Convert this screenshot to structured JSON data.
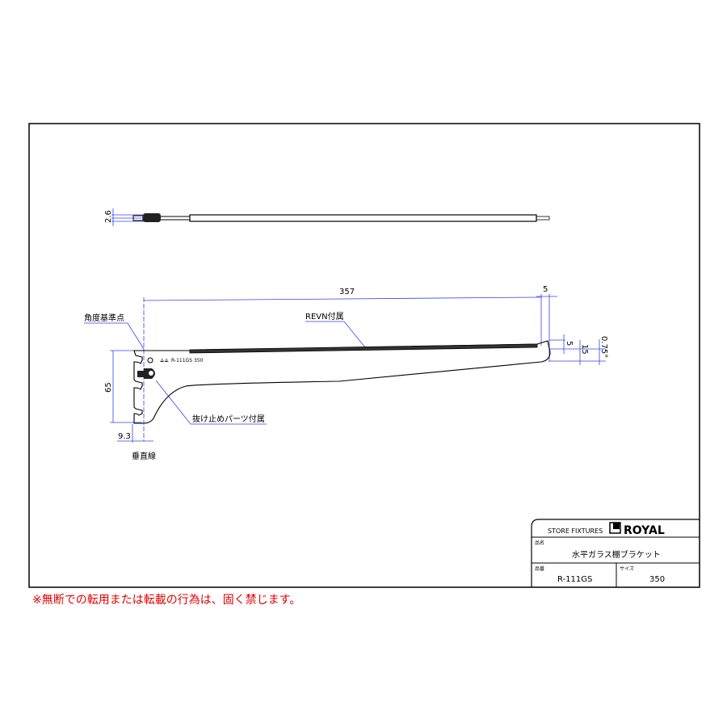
{
  "drawing": {
    "top_view": {
      "thickness_dim": "2.6"
    },
    "side_view": {
      "length_dim": "357",
      "tip_dim": "5",
      "height_dim": "65",
      "offset_dim": "9.3",
      "right_dims": {
        "a": "5",
        "b": "15",
        "angle": "0.75°"
      },
      "labels": {
        "angle_reference": "角度基準点",
        "revn": "REVN付属",
        "stopper": "抜け止めパーツ付属",
        "vertical_line": "垂直線"
      },
      "stamp": {
        "model": "R-111GS",
        "size": "350"
      }
    }
  },
  "title_block": {
    "company": "STORE FIXTURES",
    "logo_text": "ROYAL",
    "name_label": "品名",
    "name_value": "水平ガラス棚ブラケット",
    "part_label": "品番",
    "part_value": "R-111GS",
    "size_label": "サイズ",
    "size_value": "350"
  },
  "footer_notice": "※無断での転用または転載の行為は、固く禁じます。",
  "colors": {
    "dimension": "#3344ee",
    "notice": "#e00000"
  }
}
